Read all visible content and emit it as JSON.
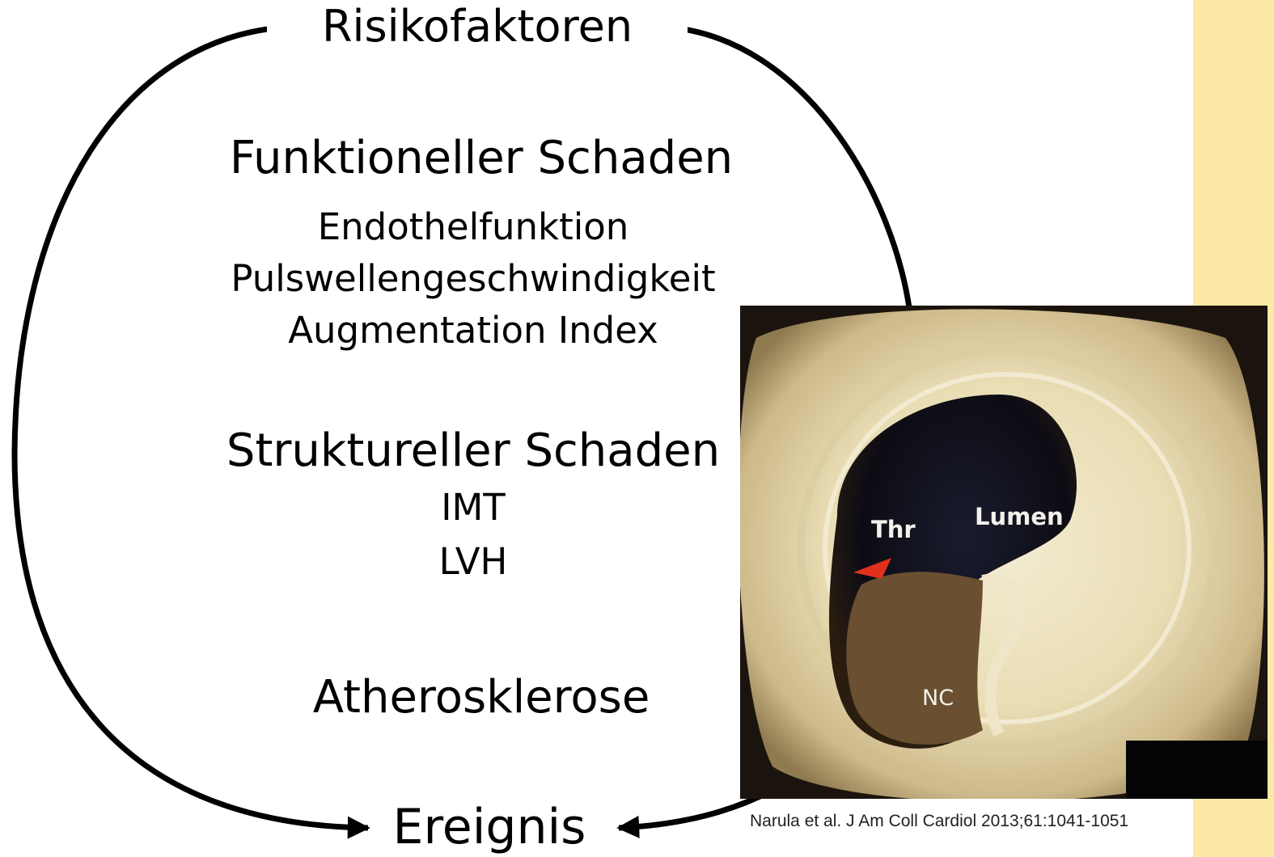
{
  "diagram": {
    "top": "Risikofaktoren",
    "functional": {
      "title": "Funktioneller Schaden",
      "items": [
        "Endothelfunktion",
        "Pulswellengeschwindigkeit",
        "Augmentation Index"
      ]
    },
    "structural": {
      "title": "Struktureller Schaden",
      "items": [
        "IMT",
        "LVH"
      ]
    },
    "atherosclerosis": "Atherosklerose",
    "bottom": "Ereignis"
  },
  "photo": {
    "labels": {
      "thr": "Thr",
      "lumen": "Lumen",
      "nc": "NC"
    },
    "citation": "Narula et al. J Am Coll Cardiol 2013;61:1041-1051"
  },
  "colors": {
    "sidebar": "#fde9a6",
    "arrows": "#000000",
    "marker": "#e0301e"
  }
}
